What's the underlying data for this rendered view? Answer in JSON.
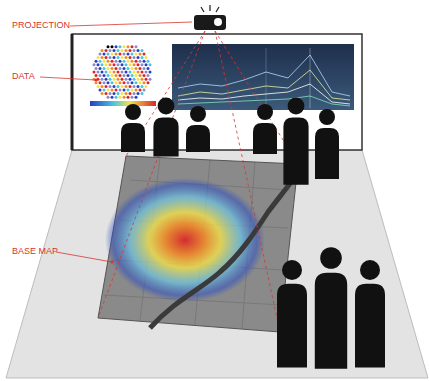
{
  "diagram": {
    "labels": [
      "PROJECTION",
      "DATA",
      "BASE MAP"
    ]
  }
}
